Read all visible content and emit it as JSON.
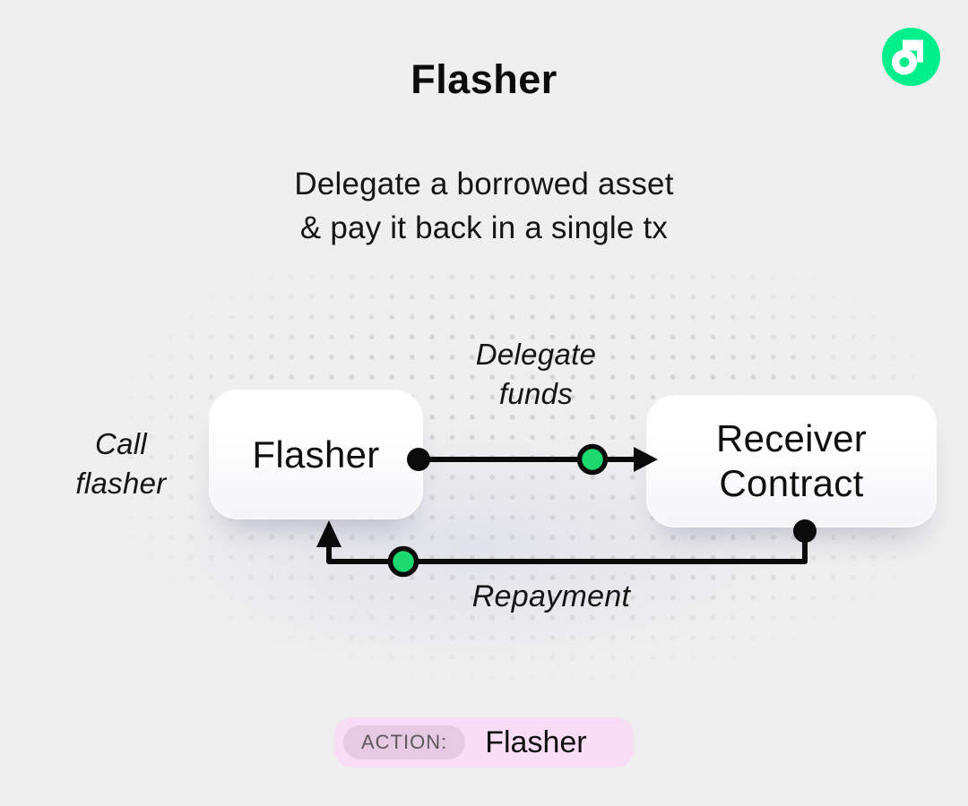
{
  "header": {
    "title": "Flasher",
    "subtitle_line1": "Delegate a borrowed asset",
    "subtitle_line2": "& pay it back in a single tx"
  },
  "logo": {
    "name": "flow-logo",
    "brand_green": "#00EF8B"
  },
  "diagram": {
    "left_label_line1": "Call",
    "left_label_line2": "flasher",
    "flasher_node_label": "Flasher",
    "receiver_node_line1": "Receiver",
    "receiver_node_line2": "Contract",
    "top_arrow_label_line1": "Delegate",
    "top_arrow_label_line2": "funds",
    "bottom_arrow_label": "Repayment",
    "token_color": "#1bd96f",
    "line_color": "#0b0b0b"
  },
  "footer": {
    "action_label": "ACTION:",
    "action_value": "Flasher",
    "badge_bg": "#f9ddf7",
    "chip_bg": "#e6c9e2"
  }
}
